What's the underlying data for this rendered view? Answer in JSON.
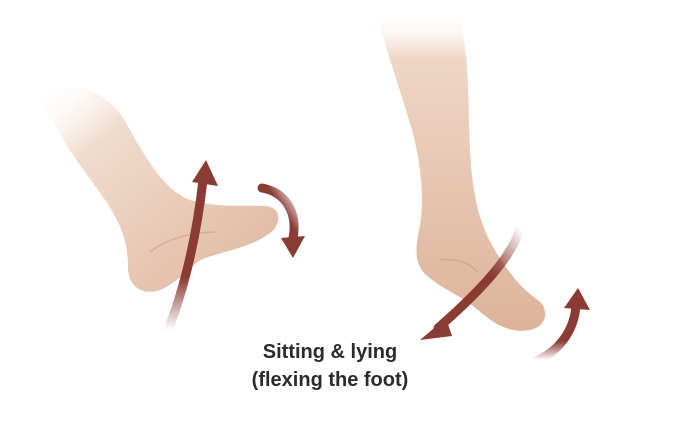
{
  "caption": {
    "line1": "Sitting & lying",
    "line2": "(flexing the foot)"
  },
  "colors": {
    "background": "#ffffff",
    "arrow": "#8a3b33",
    "skin": "#e8c9b4",
    "caption_text": "#2b2b2b"
  },
  "figures": [
    {
      "name": "left-leg-foot",
      "arrows": [
        "up-arrow",
        "curved-down-arrow"
      ]
    },
    {
      "name": "right-leg-foot",
      "arrows": [
        "down-left-arrow",
        "curved-up-arrow"
      ]
    }
  ]
}
